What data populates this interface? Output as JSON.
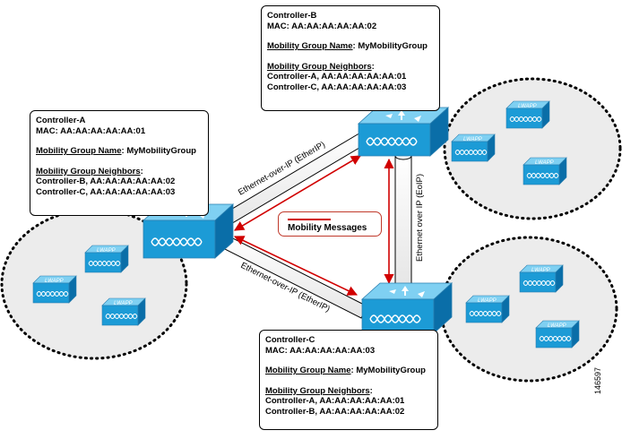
{
  "controllers": [
    {
      "id": "a",
      "name": "Controller-A",
      "mac_label": "MAC:",
      "mac": "AA:AA:AA:AA:AA:01",
      "group_label": "Mobility Group Name",
      "group": "MyMobilityGroup",
      "neighbors_label": "Mobility Group Neighbors",
      "neighbors": [
        "Controller-B, AA:AA:AA:AA:AA:02",
        "Controller-C, AA:AA:AA:AA:AA:03"
      ]
    },
    {
      "id": "b",
      "name": "Controller-B",
      "mac_label": "MAC:",
      "mac": "AA:AA:AA:AA:AA:02",
      "group_label": "Mobility Group Name",
      "group": "MyMobilityGroup",
      "neighbors_label": "Mobility Group Neighbors",
      "neighbors": [
        "Controller-A, AA:AA:AA:AA:AA:01",
        "Controller-C, AA:AA:AA:AA:AA:03"
      ]
    },
    {
      "id": "c",
      "name": "Controller-C",
      "mac_label": "MAC:",
      "mac": "AA:AA:AA:AA:AA:03",
      "group_label": "Mobility Group Name",
      "group": "MyMobilityGroup",
      "neighbors_label": "Mobility Group Neighbors",
      "neighbors": [
        "Controller-A, AA:AA:AA:AA:AA:01",
        "Controller-B, AA:AA:AA:AA:AA:02"
      ]
    }
  ],
  "links": {
    "a_b": "Ethernet-over-IP (EtherIP)",
    "a_c": "Ethernet-over-IP (EtherIP)",
    "b_c": "Ethernet over IP (EoIP)"
  },
  "access_point_label": "LWAPP",
  "legend": {
    "label": "Mobility Messages"
  },
  "figure_number": "146597",
  "colors": {
    "device": "#1c9bd6",
    "device_light": "#7fd0f2",
    "device_dark": "#0a6ea8",
    "arrow": "#d10000"
  },
  "icons": {
    "controller": "wlan-controller-icon",
    "access_point": "access-point-icon"
  }
}
